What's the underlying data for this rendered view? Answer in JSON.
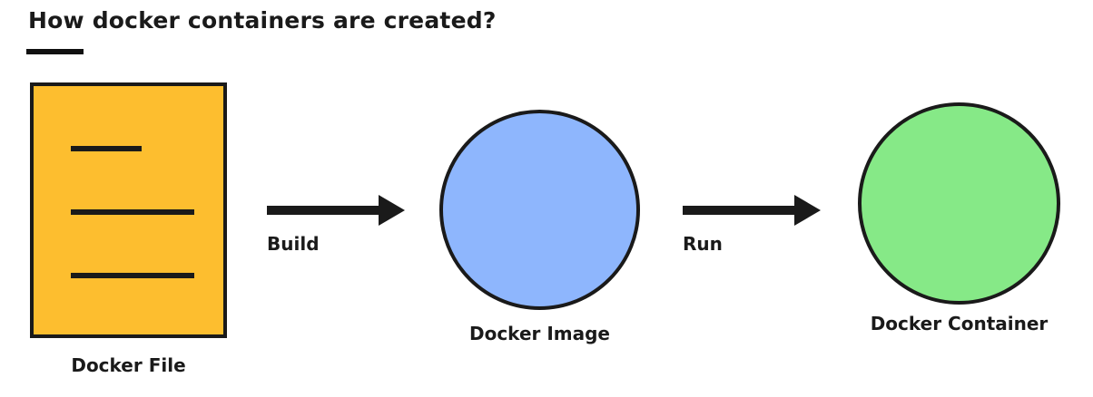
{
  "title": "How docker containers are created?",
  "nodes": {
    "docker_file": {
      "label": "Docker File",
      "color": "#FDBE2F"
    },
    "docker_image": {
      "label": "Docker Image",
      "color": "#8EB6FD"
    },
    "docker_container": {
      "label": "Docker Container",
      "color": "#86E987"
    }
  },
  "edges": [
    {
      "from": "Docker File",
      "to": "Docker Image",
      "label": "Build"
    },
    {
      "from": "Docker Image",
      "to": "Docker Container",
      "label": "Run"
    }
  ],
  "outline_color": "#1A1A1A"
}
